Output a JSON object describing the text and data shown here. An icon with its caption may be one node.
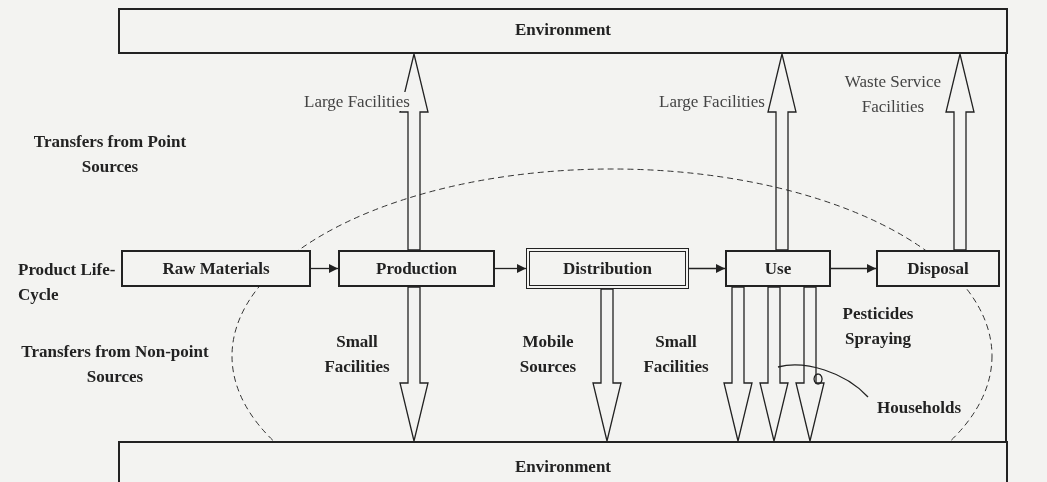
{
  "diagram": {
    "nodes": [
      {
        "text": [
          "Environment"
        ]
      },
      {
        "text": [
          "Raw Materials"
        ]
      },
      {
        "text": [
          "Production"
        ]
      },
      {
        "text": [
          "Distribution"
        ]
      },
      {
        "text": [
          "Use"
        ]
      },
      {
        "text": [
          "Disposal"
        ]
      },
      {
        "text": [
          "Environment"
        ]
      },
      {
        "text": [
          "Households"
        ]
      }
    ],
    "edges": [
      {
        "from": 1,
        "to": 2,
        "arrow": "to"
      },
      {
        "from": 2,
        "to": 3,
        "arrow": "to"
      },
      {
        "from": 3,
        "to": 4,
        "arrow": "to"
      },
      {
        "from": 4,
        "to": 5,
        "arrow": "to"
      },
      {
        "from": 2,
        "to": 0,
        "arrow": "to",
        "label": "Large Facilities"
      },
      {
        "from": 4,
        "to": 0,
        "arrow": "to",
        "label": "Large Facilities"
      },
      {
        "from": 5,
        "to": 0,
        "arrow": "to",
        "label": "Waste Service Facilities"
      },
      {
        "from": 2,
        "to": 6,
        "arrow": "to",
        "label": "Small Facilities"
      },
      {
        "from": 3,
        "to": 6,
        "arrow": "to",
        "label": "Mobile Sources"
      },
      {
        "from": 4,
        "to": 6,
        "arrow": "to",
        "label": "Small Facilities"
      },
      {
        "from": 4,
        "to": 6,
        "arrow": "to"
      },
      {
        "from": 4,
        "to": 6,
        "arrow": "to",
        "label": "Pesticides Spraying"
      },
      {
        "from": 7,
        "to": null,
        "arrow": "none"
      }
    ],
    "labels": [
      "Transfers from Point Sources",
      "Product Life-Cycle",
      "Transfers from Non-point Sources"
    ]
  }
}
